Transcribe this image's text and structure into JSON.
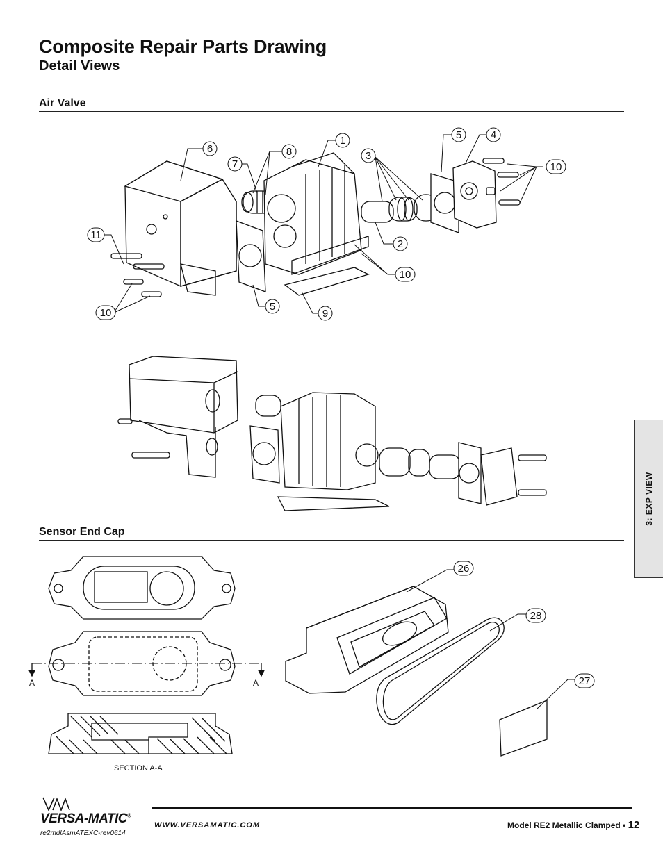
{
  "header": {
    "title": "Composite Repair Parts Drawing",
    "subtitle": "Detail Views"
  },
  "sections": {
    "air_valve": "Air Valve",
    "sensor_end_cap": "Sensor End Cap"
  },
  "callouts": {
    "air_valve": [
      "6",
      "7",
      "8",
      "1",
      "3",
      "5",
      "4",
      "10",
      "11",
      "2",
      "10",
      "10",
      "5",
      "9"
    ],
    "sensor": [
      "26",
      "28",
      "27"
    ]
  },
  "section_marks": {
    "left": "A",
    "right": "A",
    "label": "SECTION A-A"
  },
  "side_tab": "3: EXP VIEW",
  "footer": {
    "brand": "VERSA-MATIC",
    "brand_mark": "®",
    "doc_id": "re2mdlAsmATEXC-rev0614",
    "website": "WWW.VERSAMATIC.COM",
    "model": "Model RE2 Metallic Clamped •",
    "page": "12"
  }
}
